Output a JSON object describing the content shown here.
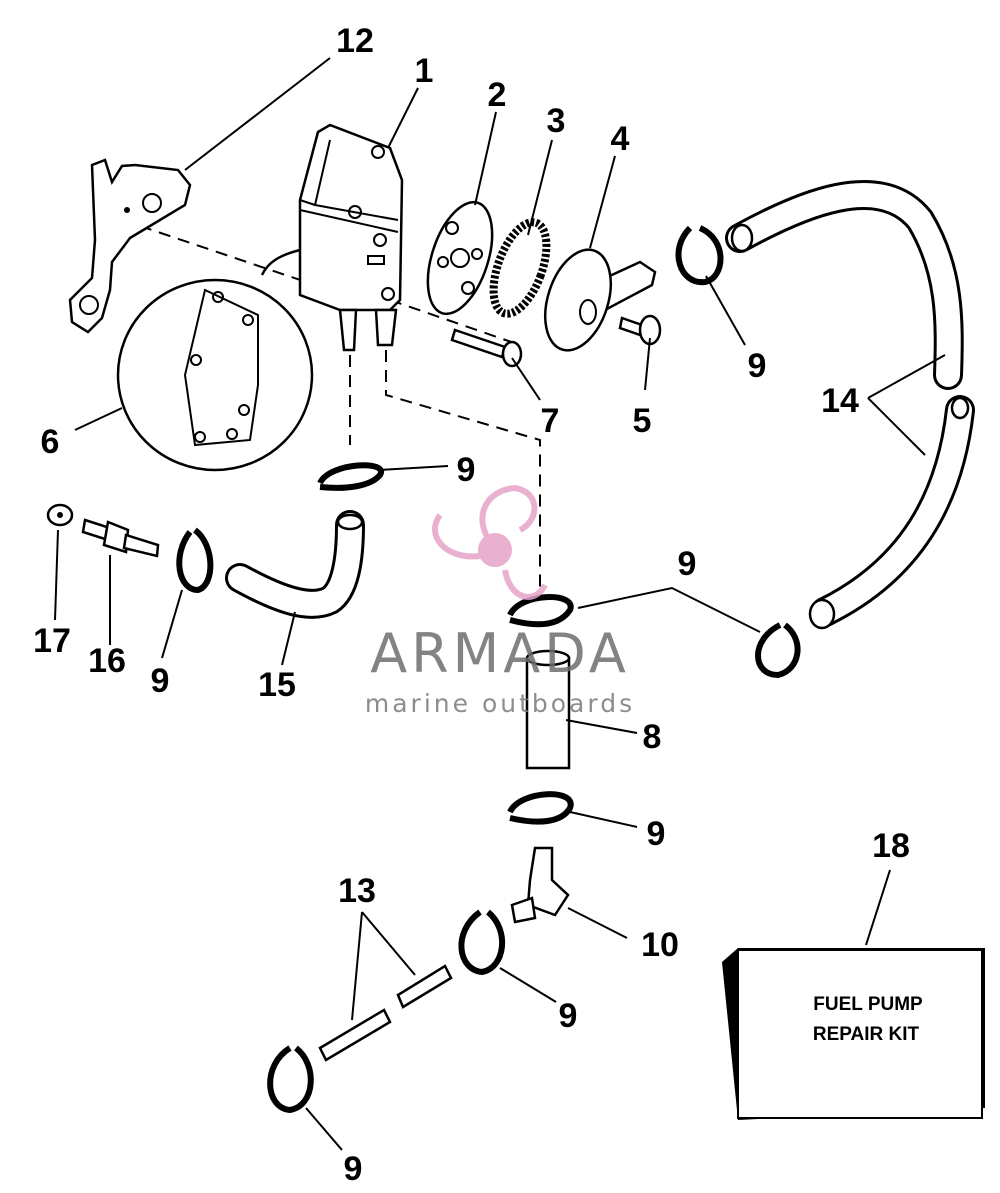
{
  "parts": {
    "p1": "1",
    "p2": "2",
    "p3": "3",
    "p4": "4",
    "p5": "5",
    "p6": "6",
    "p7": "7",
    "p8": "8",
    "p9": "9",
    "p10": "10",
    "p12": "12",
    "p13": "13",
    "p14": "14",
    "p15": "15",
    "p16": "16",
    "p17": "17",
    "p18": "18"
  },
  "kit": {
    "line1": "FUEL PUMP",
    "line2": "REPAIR KIT"
  },
  "watermark": {
    "brand": "ARMADA",
    "tagline": "marine outboards",
    "logo_color": "#e6a3c8"
  }
}
